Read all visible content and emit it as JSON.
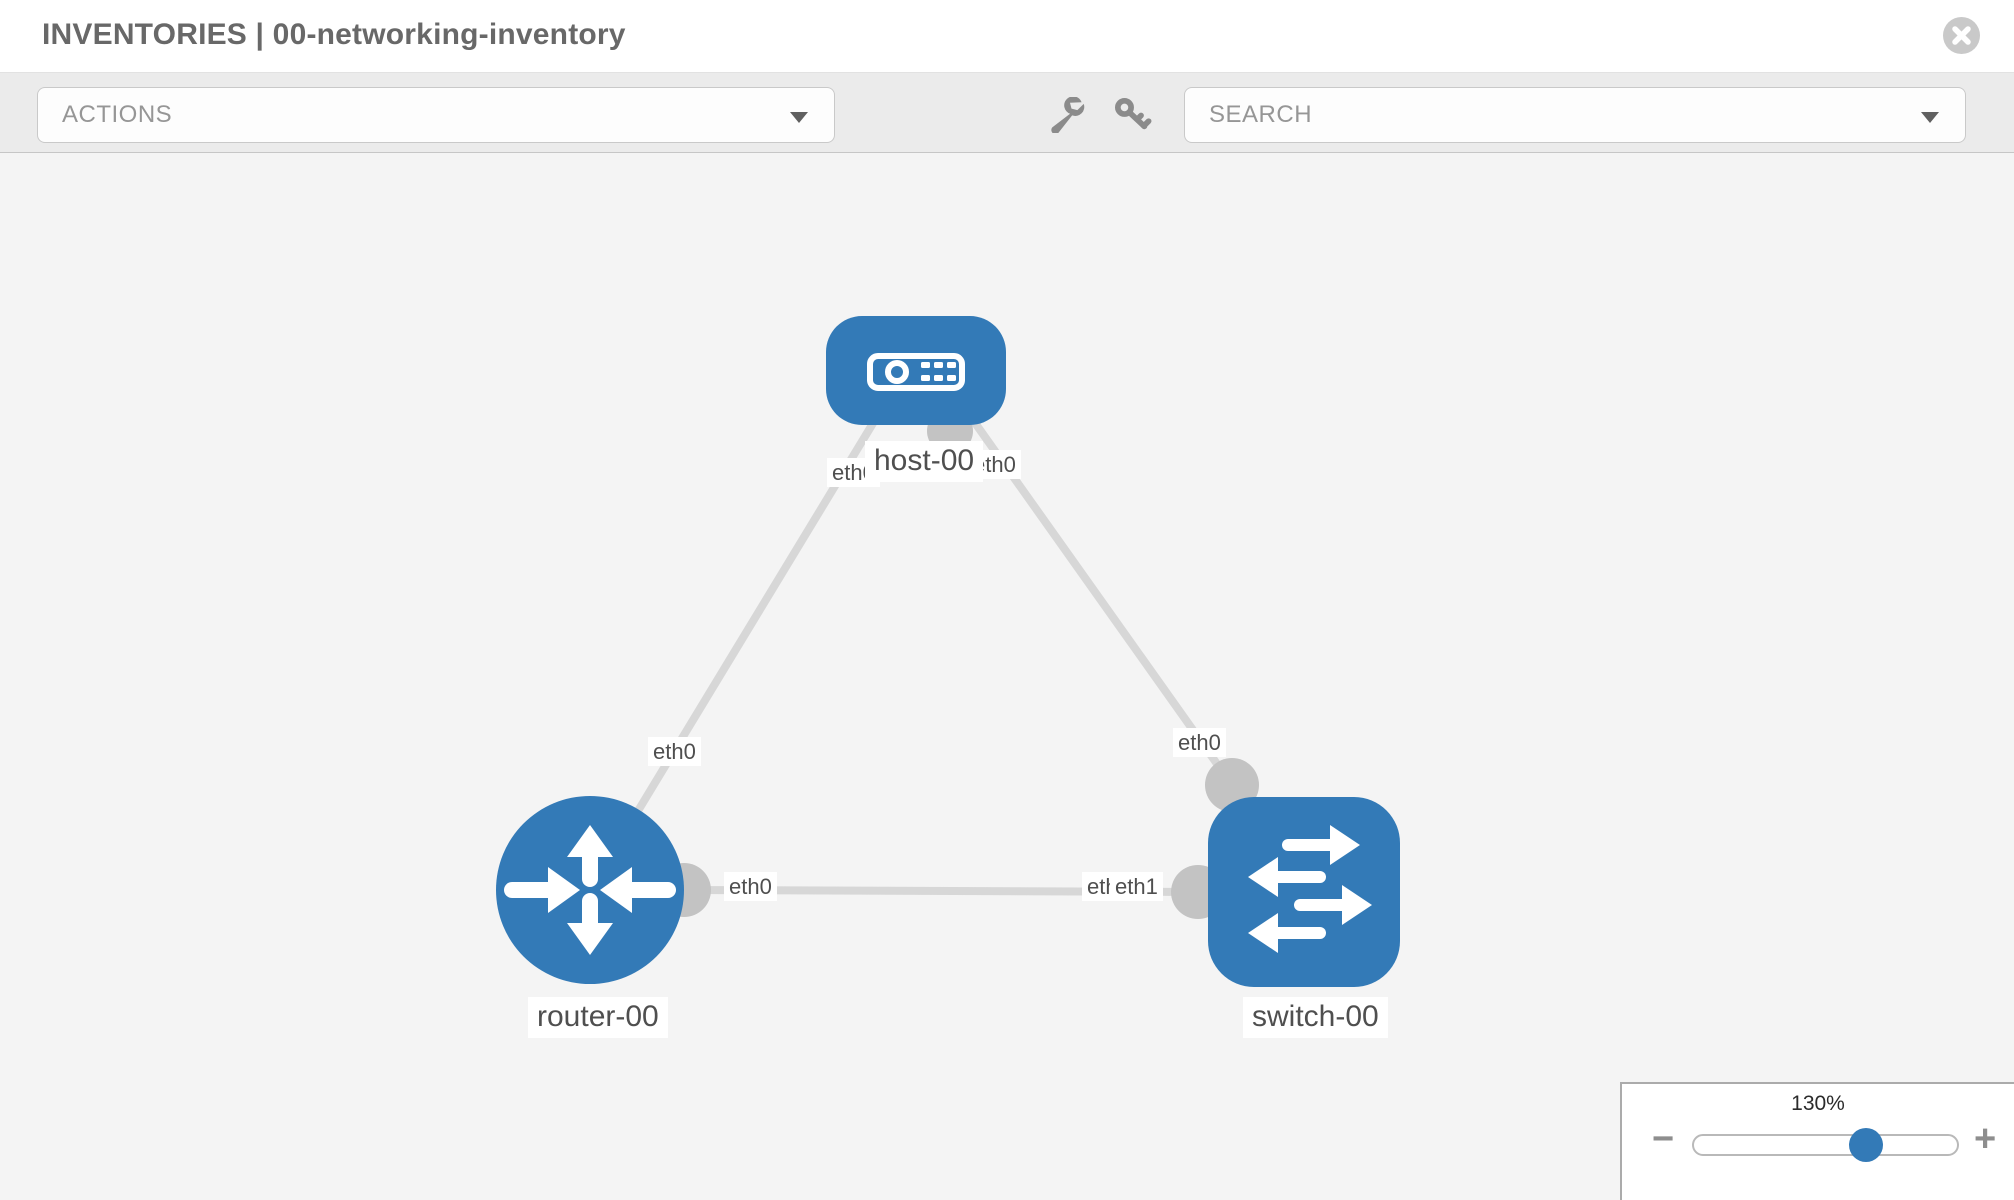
{
  "header": {
    "title": "INVENTORIES | 00-networking-inventory"
  },
  "toolbar": {
    "actions_label": "ACTIONS",
    "search_label": "SEARCH"
  },
  "topology": {
    "nodes": [
      {
        "id": "host-00",
        "type": "host",
        "label": "host-00"
      },
      {
        "id": "router-00",
        "type": "router",
        "label": "router-00"
      },
      {
        "id": "switch-00",
        "type": "switch",
        "label": "switch-00"
      }
    ],
    "links": [
      {
        "from": "router-00",
        "to": "host-00",
        "from_iface": "eth0",
        "to_iface": "eth0"
      },
      {
        "from": "switch-00",
        "to": "host-00",
        "from_iface": "eth0",
        "to_iface": "eth0"
      },
      {
        "from": "router-00",
        "to": "switch-00",
        "from_iface": "eth0",
        "to_iface": "eth1"
      }
    ],
    "iface_labels": {
      "host_from_router": "eth0",
      "host_from_switch": "eth0",
      "router_to_host": "eth0",
      "switch_to_host": "eth0",
      "router_to_switch": "eth0",
      "switch_to_router_under": "eth0",
      "switch_to_router": "eth1"
    }
  },
  "zoom_control": {
    "level": "130%",
    "minus_label": "−",
    "plus_label": "+"
  },
  "colors": {
    "node_blue": "#337ab7",
    "link_gray": "#d7d7d7",
    "port_gray": "#c3c3c3",
    "toolbar_bg": "#ebebeb",
    "canvas_bg": "#f4f4f4"
  }
}
